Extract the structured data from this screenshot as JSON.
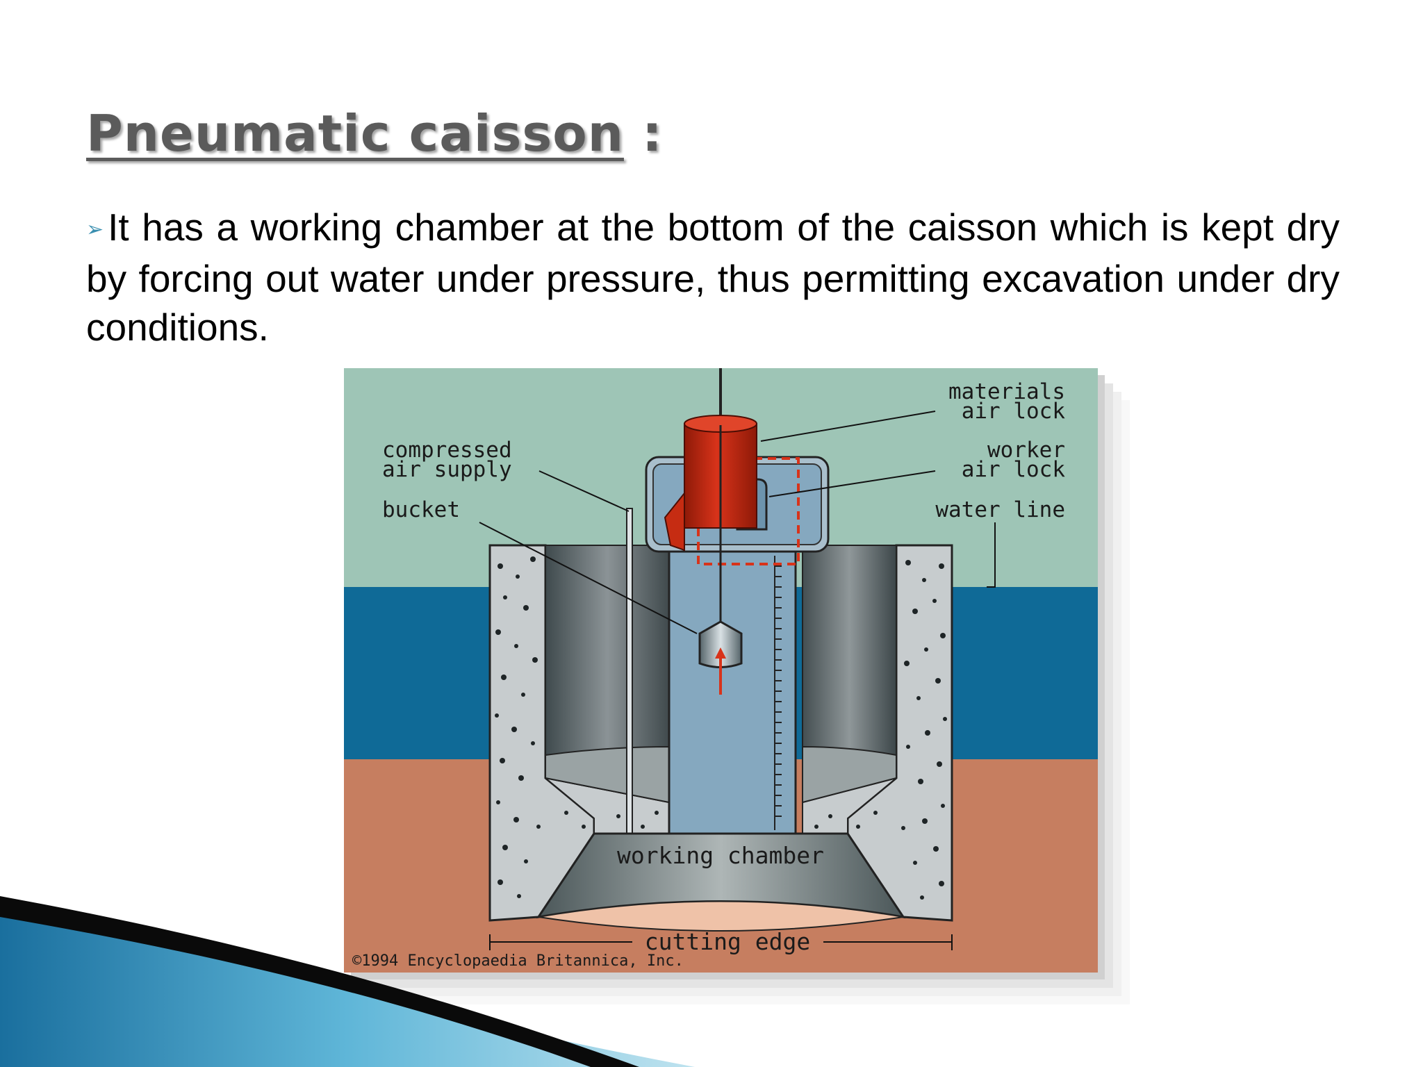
{
  "slide": {
    "title_main": "Pneumatic caisson",
    "title_suffix": " :",
    "bullet_marker": "➢",
    "bullet_text": "It has a working chamber at the bottom of the caisson which is kept dry by forcing out water under pressure, thus permitting excavation under dry conditions."
  },
  "figure": {
    "labels": {
      "materials_1": "materials",
      "materials_2": "air lock",
      "worker_1": "worker",
      "worker_2": "air lock",
      "compressed_1": "compressed",
      "compressed_2": "air supply",
      "bucket": "bucket",
      "water_line": "water line",
      "working_chamber": "working chamber",
      "cutting_edge": "cutting edge",
      "copyright": "©1994 Encyclopaedia Britannica, Inc."
    }
  },
  "colors": {
    "sky": "#9ec5b6",
    "water": "#0f6a97",
    "soil": "#c67e60",
    "concrete": "#c7ccce",
    "shaft": "#85a8bf",
    "air_lock": "#cc2a10",
    "accent_swoosh": "#1f7fb0"
  }
}
